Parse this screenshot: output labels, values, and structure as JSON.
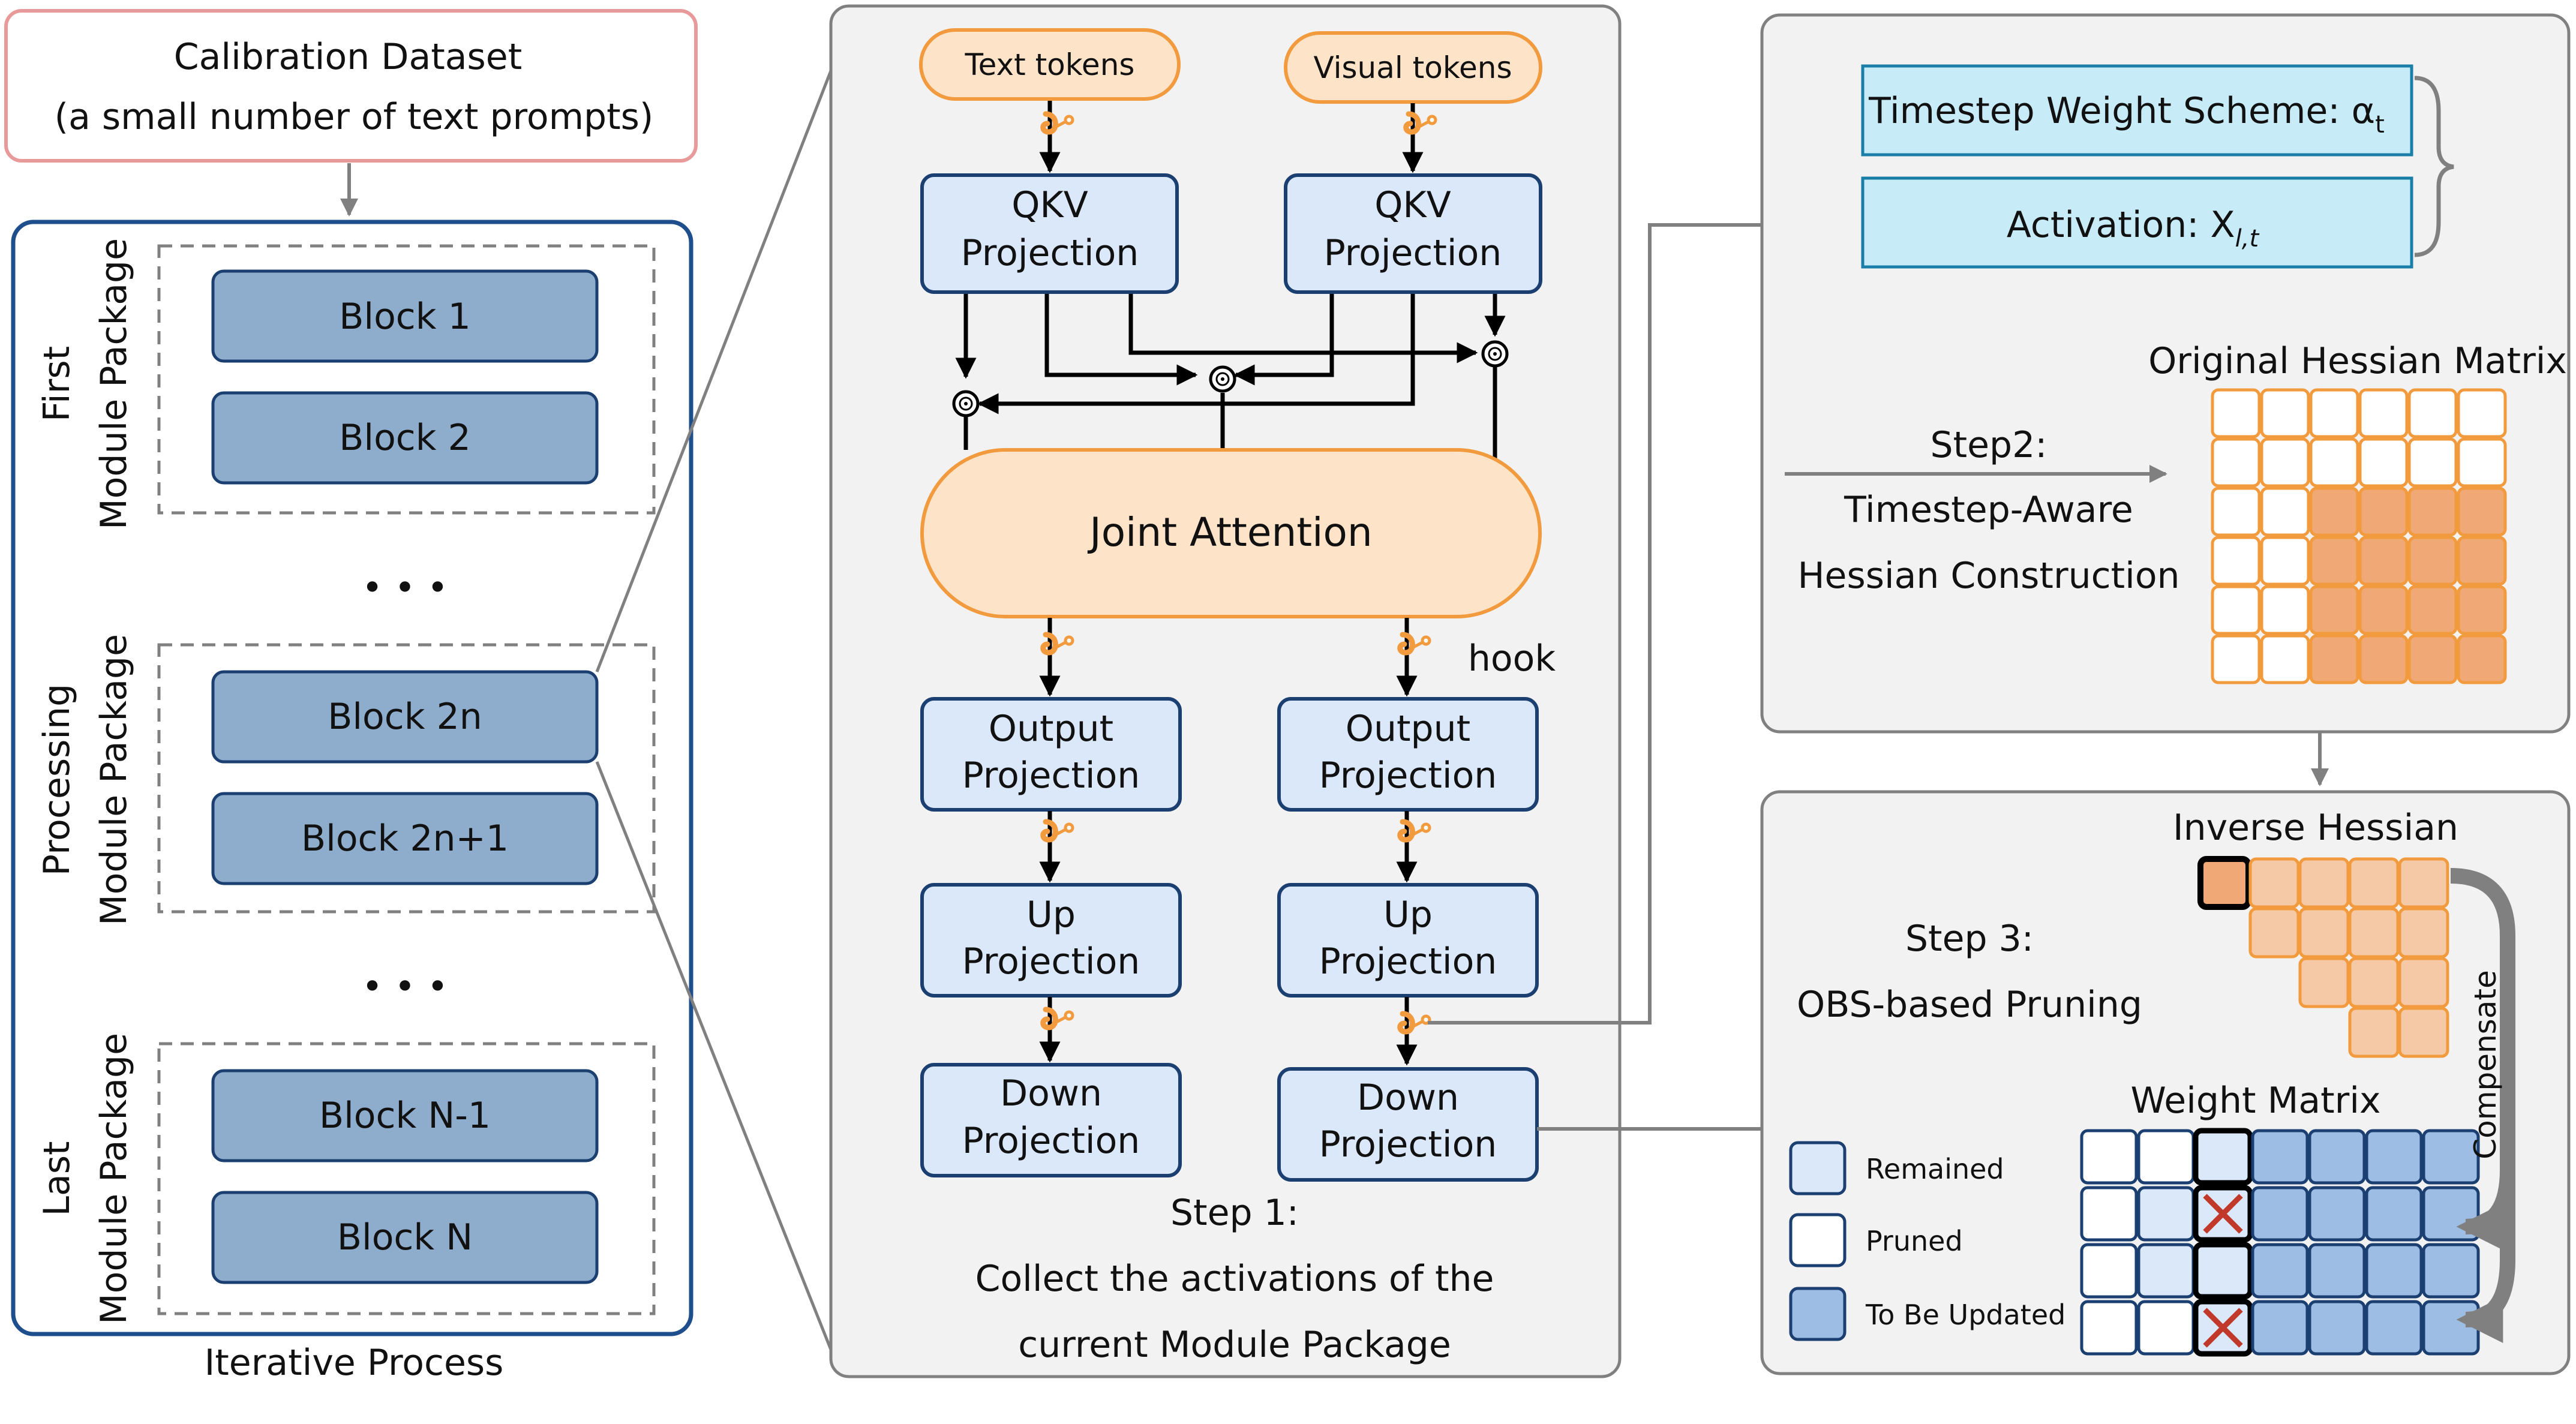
{
  "calibration": {
    "line1": "Calibration Dataset",
    "line2": "(a small number of text prompts)"
  },
  "left": {
    "caption": "Iterative Process",
    "ellipsis": "• • •",
    "packages": [
      {
        "label1": "First",
        "label2": "Module Package",
        "blocks": [
          "Block 1",
          "Block 2"
        ]
      },
      {
        "label1": "Processing",
        "label2": "Module Package",
        "blocks": [
          "Block 2n",
          "Block 2n+1"
        ]
      },
      {
        "label1": "Last",
        "label2": "Module Package",
        "blocks": [
          "Block N-1",
          "Block N"
        ]
      }
    ]
  },
  "step1": {
    "text_tokens": "Text tokens",
    "visual_tokens": "Visual tokens",
    "qkv_line1": "QKV",
    "qkv_line2": "Projection",
    "joint_attention": "Joint Attention",
    "hook": "hook",
    "output_line1": "Output",
    "up_line1": "Up",
    "down_line1": "Down",
    "projection": "Projection",
    "caption1": "Step 1:",
    "caption2": "Collect the activations of the",
    "caption3": "current Module Package"
  },
  "step2": {
    "timestep_scheme": "Timestep Weight Scheme: α",
    "timestep_sub": "t",
    "activation": "Activation: X",
    "activation_sub": "l,t",
    "matrix_title": "Original Hessian Matrix",
    "caption1": "Step2:",
    "caption2": "Timestep-Aware",
    "caption3": "Hessian Construction"
  },
  "step3": {
    "inverse_title": "Inverse Hessian",
    "caption1": "Step 3:",
    "caption2": "OBS-based Pruning",
    "weight_title": "Weight Matrix",
    "compensate": "Compensate",
    "legend": [
      "Remained",
      "Pruned",
      "To Be Updated"
    ]
  },
  "colors": {
    "block_fill": "#8eaccc",
    "proj_fill": "#dbe8fa",
    "token_fill": "#fde3c8",
    "orange": "#f29b3e",
    "hessian_fill": "#f0a877",
    "inverse_fill": "#f6c9a6",
    "weight_blue": "#9dbde5",
    "cyan_fill": "#c7ebf7"
  }
}
